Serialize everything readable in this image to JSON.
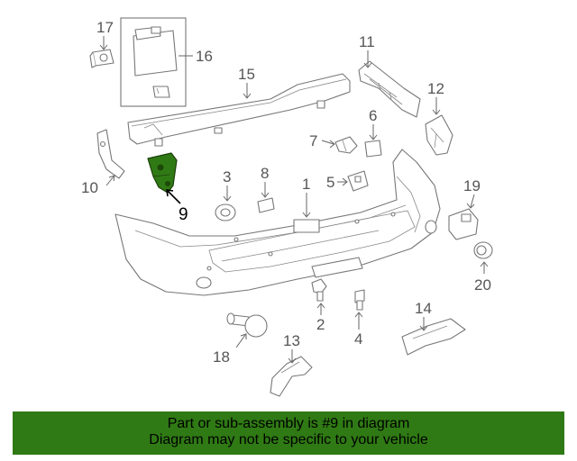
{
  "callouts": {
    "c1": "1",
    "c2": "2",
    "c3": "3",
    "c4": "4",
    "c5": "5",
    "c6": "6",
    "c7": "7",
    "c8": "8",
    "c9": "9",
    "c10": "10",
    "c11": "11",
    "c12": "12",
    "c13": "13",
    "c14": "14",
    "c15": "15",
    "c16": "16",
    "c17": "17",
    "c18": "18",
    "c19": "19",
    "c20": "20"
  },
  "highlight": {
    "part_number": "9",
    "color": "#2f7a14"
  },
  "banner": {
    "line1": "Part or sub-assembly is #9 in diagram",
    "line2": "Diagram may not be specific to your vehicle",
    "background": "#2f7a14"
  }
}
